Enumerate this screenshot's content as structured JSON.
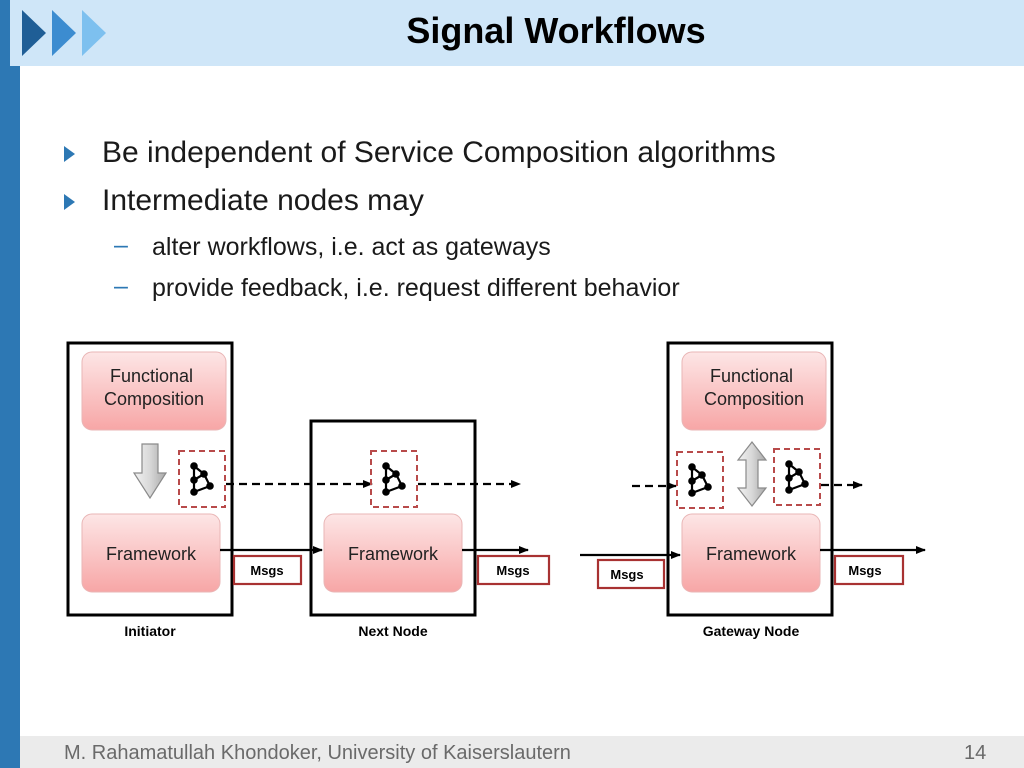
{
  "slide": {
    "title": "Signal Workflows",
    "bullets": [
      "Be independent of Service Composition algorithms",
      "Intermediate nodes may"
    ],
    "sub_bullets": [
      "alter workflows, i.e. act as gateways",
      "provide feedback, i.e. request different behavior"
    ],
    "footer": "M. Rahamatullah Khondoker, University of Kaiserslautern",
    "page_number": "14"
  },
  "diagram": {
    "box_functional_line1": "Functional",
    "box_functional_line2": "Composition",
    "framework_label": "Framework",
    "msgs_label": "Msgs",
    "initiator_label": "Initiator",
    "next_node_label": "Next Node",
    "gateway_node_label": "Gateway Node"
  },
  "colors": {
    "accent": "#2d78b4",
    "title_band": "#cfe6f8",
    "box_fill_top": "#fde4e4",
    "box_fill_bottom": "#f8a8a8",
    "dashed_border": "#b84a4a",
    "msgs_border": "#a83232"
  }
}
